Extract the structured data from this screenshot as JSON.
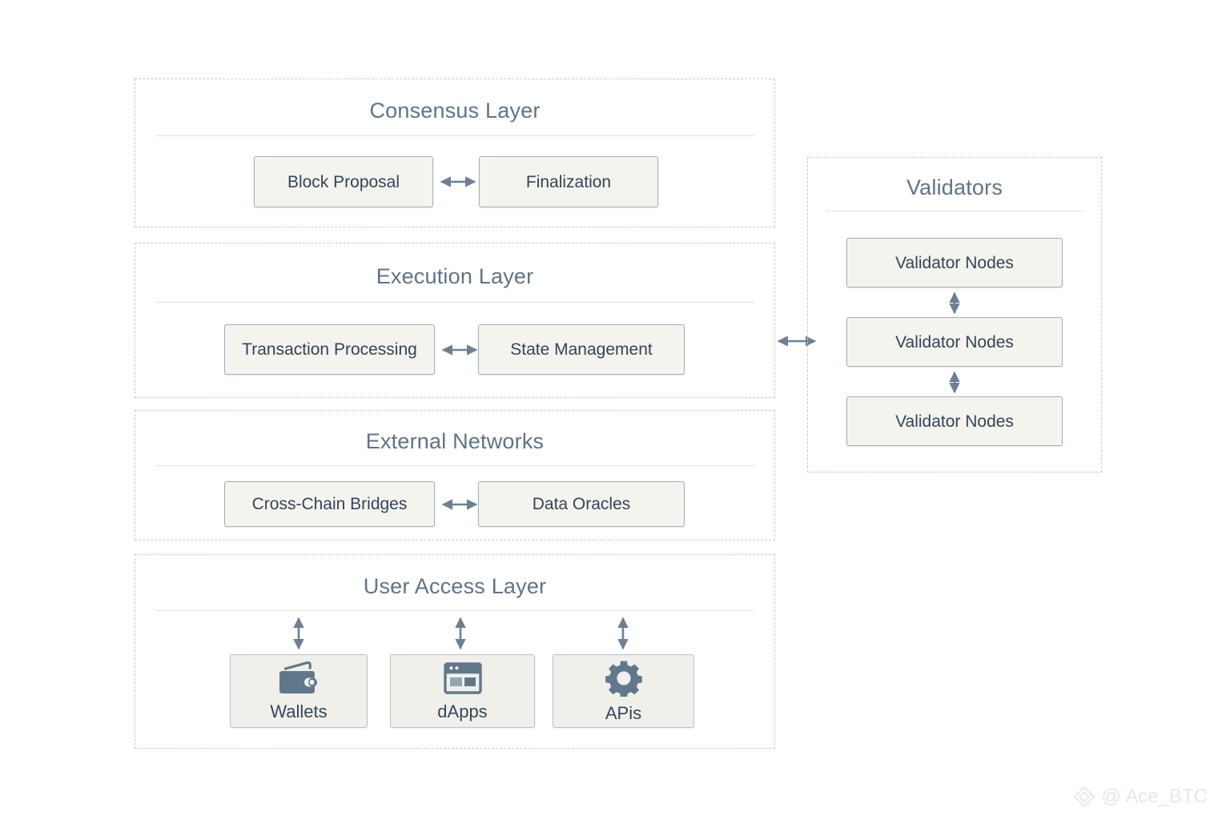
{
  "diagram": {
    "title_color": "#5d7488",
    "node_text_color": "#334558",
    "panel_border_color": "#c3cbd4",
    "node_fill_color": "#f4f3ee",
    "node_border_color": "#9fb0bd",
    "arrow_color": "#6b8094",
    "layers": [
      {
        "id": "consensus",
        "title": "Consensus Layer",
        "nodes": [
          {
            "label": "Block Proposal"
          },
          {
            "label": "Finalization"
          }
        ],
        "connector": "double-arrow-horizontal"
      },
      {
        "id": "execution",
        "title": "Execution Layer",
        "nodes": [
          {
            "label": "Transaction Processing"
          },
          {
            "label": "State Management"
          }
        ],
        "connector": "double-arrow-horizontal"
      },
      {
        "id": "external",
        "title": "External Networks",
        "nodes": [
          {
            "label": "Cross-Chain Bridges"
          },
          {
            "label": "Data Oracles"
          }
        ],
        "connector": "double-arrow-horizontal"
      },
      {
        "id": "user-access",
        "title": "User Access Layer",
        "tiles": [
          {
            "label": "Wallets",
            "icon": "wallet-icon"
          },
          {
            "label": "dApps",
            "icon": "browser-window-icon"
          },
          {
            "label": "APis",
            "icon": "gear-icon"
          }
        ],
        "connector": "double-arrow-vertical"
      }
    ],
    "validators_panel": {
      "title": "Validators",
      "nodes": [
        {
          "label": "Validator Nodes"
        },
        {
          "label": "Validator Nodes"
        },
        {
          "label": "Validator Nodes"
        }
      ],
      "connector": "double-arrow-vertical"
    },
    "cross_connector": {
      "from": "execution",
      "to": "validators",
      "type": "double-arrow-horizontal"
    }
  },
  "watermark": {
    "handle": "@ Ace_BTC",
    "logo": "diamond-logo"
  }
}
